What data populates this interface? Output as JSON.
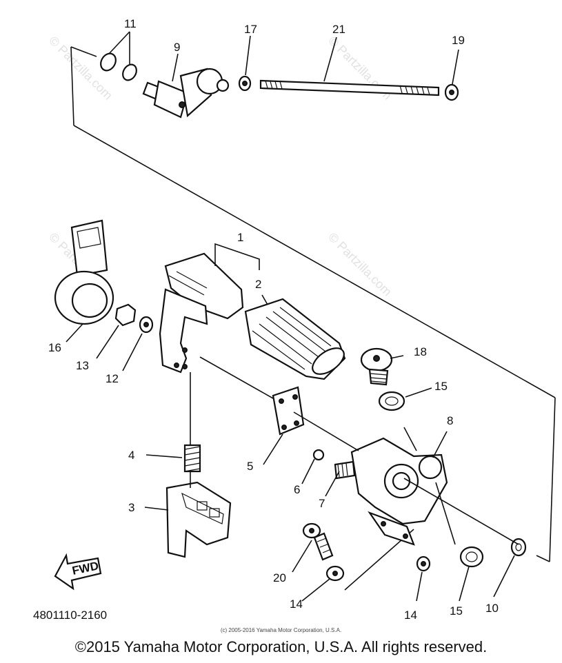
{
  "diagram": {
    "callouts": [
      "1",
      "2",
      "3",
      "4",
      "5",
      "6",
      "7",
      "8",
      "9",
      "10",
      "11",
      "12",
      "13",
      "14",
      "14",
      "15",
      "15",
      "16",
      "17",
      "18",
      "19",
      "20",
      "21"
    ],
    "fwd_label": "FWD",
    "drawing_number": "4801110-2160",
    "watermark": "© Partzilla.com",
    "small_copyright": "(c) 2005-2016 Yamaha Motor Corporation, U.S.A.",
    "copyright": "©2015 Yamaha Motor Corporation, U.S.A. All rights reserved."
  }
}
